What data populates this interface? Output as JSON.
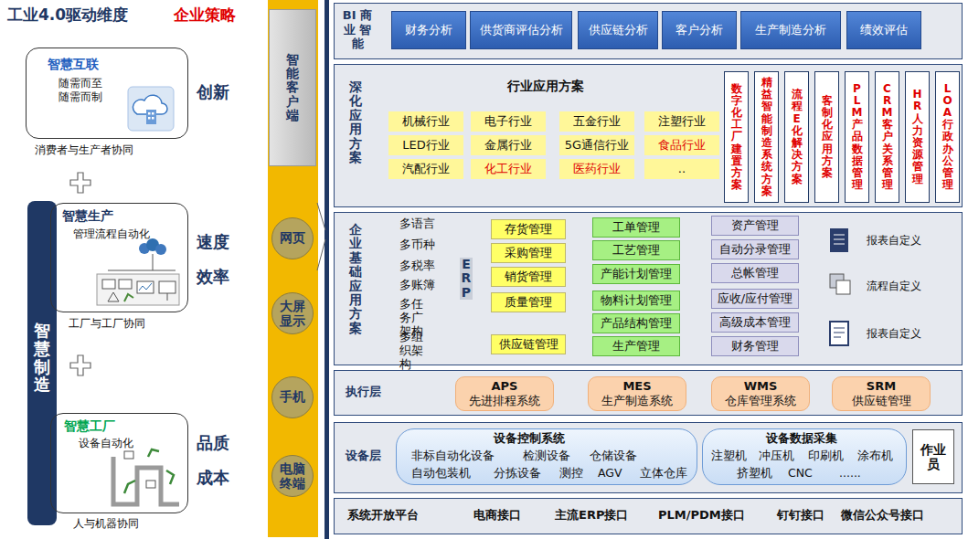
{
  "diagram": {
    "title": "工业4.0驱动维度",
    "nodes": [
      {
        "text": [
          "智慧互联",
          "随需而至 随需而制"
        ]
      },
      {
        "text": [
          "智慧制造"
        ]
      },
      {
        "text": [
          "智慧生产",
          "管理流程自动化"
        ],
        "in": 1
      },
      {
        "text": [
          "智慧工厂",
          "设备自动化"
        ],
        "in": 1
      },
      {
        "text": [
          "智能客户端"
        ]
      },
      {
        "text": [
          "网页"
        ]
      },
      {
        "text": [
          "大屏显示"
        ]
      },
      {
        "text": [
          "手机"
        ]
      },
      {
        "text": [
          "电脑终端"
        ]
      },
      {
        "text": [
          "BI 商业 智能"
        ]
      },
      {
        "text": [
          "财务分析"
        ],
        "in": 9
      },
      {
        "text": [
          "供货商评估分析"
        ],
        "in": 9
      },
      {
        "text": [
          "供应链分析"
        ],
        "in": 9
      },
      {
        "text": [
          "客户分析"
        ],
        "in": 9
      },
      {
        "text": [
          "生产制造分析"
        ],
        "in": 9
      },
      {
        "text": [
          "绩效评估"
        ],
        "in": 9
      },
      {
        "text": [
          "深化应用方案",
          "行业应用方案"
        ]
      },
      {
        "text": [
          "机械行业"
        ],
        "in": 16
      },
      {
        "text": [
          "电子行业"
        ],
        "in": 16
      },
      {
        "text": [
          "五金行业"
        ],
        "in": 16
      },
      {
        "text": [
          "注塑行业"
        ],
        "in": 16
      },
      {
        "text": [
          "LED行业"
        ],
        "in": 16
      },
      {
        "text": [
          "金属行业"
        ],
        "in": 16
      },
      {
        "text": [
          "5G通信行业"
        ],
        "in": 16
      },
      {
        "text": [
          "食品行业"
        ],
        "in": 16
      },
      {
        "text": [
          "汽配行业"
        ],
        "in": 16
      },
      {
        "text": [
          "化工行业"
        ],
        "in": 16
      },
      {
        "text": [
          "医药行业"
        ],
        "in": 16
      },
      {
        "text": [
          ".."
        ],
        "in": 16
      },
      {
        "text": [
          "数字化工厂建置方案"
        ],
        "in": 16
      },
      {
        "text": [
          "精益智能制造系统方案"
        ],
        "in": 16
      },
      {
        "text": [
          "流程E化解决方案"
        ],
        "in": 16
      },
      {
        "text": [
          "客制化应用方案"
        ],
        "in": 16
      },
      {
        "text": [
          "PLM产品数据管理"
        ],
        "in": 16
      },
      {
        "text": [
          "CRM客户关系管理"
        ],
        "in": 16
      },
      {
        "text": [
          "HR人力资源管理"
        ],
        "in": 16
      },
      {
        "text": [
          "LOA行政办公管理"
        ],
        "in": 16
      },
      {
        "text": [
          "企业基础应用方案"
        ]
      },
      {
        "text": [
          "存货管理"
        ],
        "in": 37
      },
      {
        "text": [
          "采购管理"
        ],
        "in": 37
      },
      {
        "text": [
          "销货管理"
        ],
        "in": 37
      },
      {
        "text": [
          "质量管理"
        ],
        "in": 37
      },
      {
        "text": [
          "供应链管理"
        ],
        "in": 37
      },
      {
        "text": [
          "工单管理"
        ],
        "in": 37
      },
      {
        "text": [
          "工艺管理"
        ],
        "in": 37
      },
      {
        "text": [
          "产能计划管理"
        ],
        "in": 37
      },
      {
        "text": [
          "物料计划管理"
        ],
        "in": 37
      },
      {
        "text": [
          "产品结构管理"
        ],
        "in": 37
      },
      {
        "text": [
          "生产管理"
        ],
        "in": 37
      },
      {
        "text": [
          "资产管理"
        ],
        "in": 37
      },
      {
        "text": [
          "自动分录管理"
        ],
        "in": 37
      },
      {
        "text": [
          "总帐管理"
        ],
        "in": 37
      },
      {
        "text": [
          "应收/应付管理"
        ],
        "in": 37
      },
      {
        "text": [
          "高级成本管理"
        ],
        "in": 37
      },
      {
        "text": [
          "财务管理"
        ],
        "in": 37
      },
      {
        "text": [
          "执行层"
        ]
      },
      {
        "text": [
          "APS",
          "先进排程系统"
        ],
        "in": 55
      },
      {
        "text": [
          "MES",
          "生产制造系统"
        ],
        "in": 55
      },
      {
        "text": [
          "WMS",
          "仓库管理系统"
        ],
        "in": 55
      },
      {
        "text": [
          "SRM",
          "供应链管理"
        ],
        "in": 55
      },
      {
        "text": [
          "设备层"
        ]
      },
      {
        "text": [
          "设备控制系统",
          "非标自动化设备",
          "检测设备",
          "仓储设备",
          "自动包装机",
          "分拣设备",
          "测控",
          "AGV",
          "立体仓库"
        ],
        "in": 60
      },
      {
        "text": [
          "设备数据采集",
          "注塑机",
          "冲压机",
          "印刷机",
          "涂布机",
          "挤塑机",
          "CNC",
          "......"
        ],
        "in": 60
      },
      {
        "text": [
          "作业员"
        ],
        "in": 60
      },
      {
        "text": [
          "系统开放平台",
          "电商接口",
          "主流ERP接口",
          "PLM/PDM接口",
          "钉钉接口",
          "微信公众号接口"
        ]
      }
    ],
    "labels": [
      "企业策略",
      "创新",
      "消费者与生产者协同",
      "速度",
      "效率",
      "工厂与工厂协同",
      "品质",
      "成本",
      "人与机器协同",
      "多语言",
      "多币种",
      "多税率",
      "多账簿",
      "多任务广架构",
      "多组织架构",
      "ERP",
      "报表自定义",
      "流程自定义",
      "报表自定义"
    ]
  }
}
